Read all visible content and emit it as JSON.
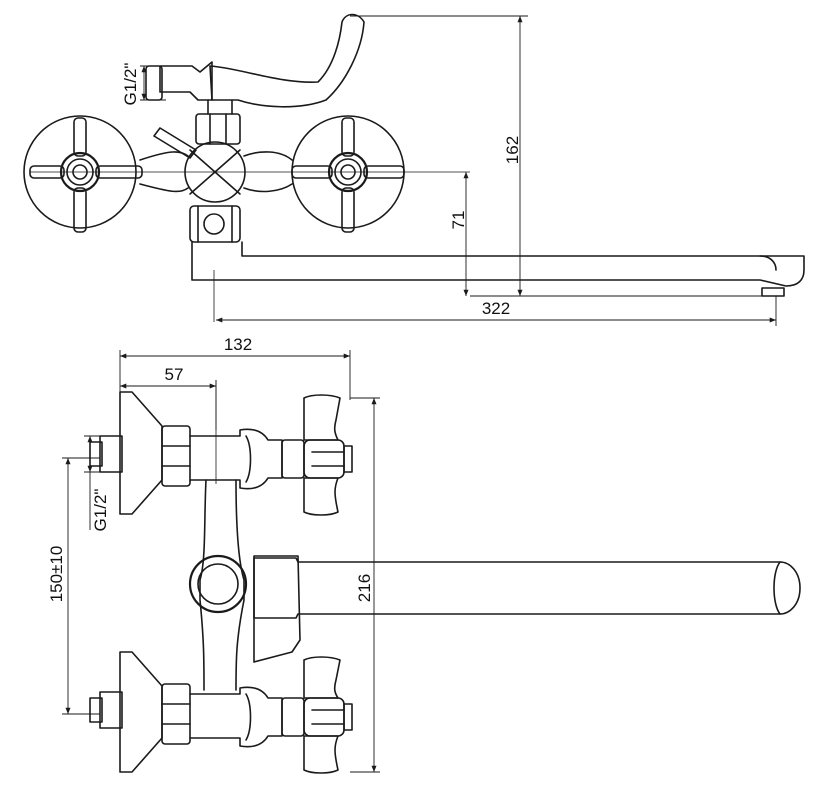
{
  "dimensions": {
    "top_height": "162",
    "top_spout_offset": "71",
    "top_spout_length": "322",
    "top_thread": "G1/2\"",
    "side_depth": "132",
    "side_wall_offset": "57",
    "side_thread": "G1/2\"",
    "side_center_distance": "150±10",
    "side_height": "216"
  }
}
